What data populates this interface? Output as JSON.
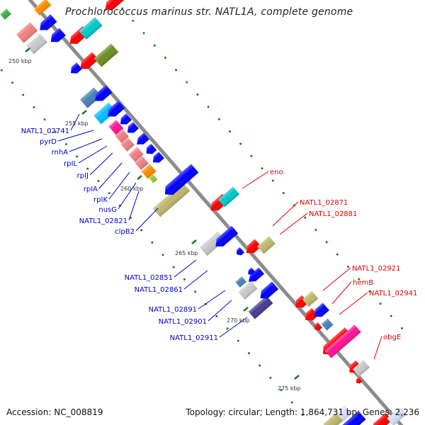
{
  "title": "Prochlorococcus marinus str. NATL1A, complete genome",
  "footer": {
    "accession": "Accession: NC_008819",
    "summary": "Topology: circular; Length: 1,864,731 bp; Genes: 2,236"
  },
  "colors": {
    "backbone": "#8c8c8c",
    "forward_label": "#e00000",
    "reverse_label": "#0000cc",
    "tick": "#1a7a1a"
  },
  "ticks": [
    {
      "label": "250 kbp"
    },
    {
      "label": "255 kbp"
    },
    {
      "label": "260 kbp"
    },
    {
      "label": "265 kbp"
    },
    {
      "label": "270 kbp"
    },
    {
      "label": "275 kbp"
    }
  ],
  "reverse_labels": [
    "NATL1_02741",
    "pyrD",
    "rnhA",
    "rpIL",
    "rpIJ",
    "rpIA",
    "rpIK",
    "nusG",
    "NATL1_02821",
    "clpB2",
    "NATL1_02851",
    "NATL1_02861",
    "NATL1_02891",
    "NATL1_02901",
    "NATL1_02911"
  ],
  "forward_labels": [
    "eno",
    "NATL1_02871",
    "NATL1_02881",
    "NATL1_02921",
    "hemB",
    "NATL1_02941",
    "obgE"
  ]
}
